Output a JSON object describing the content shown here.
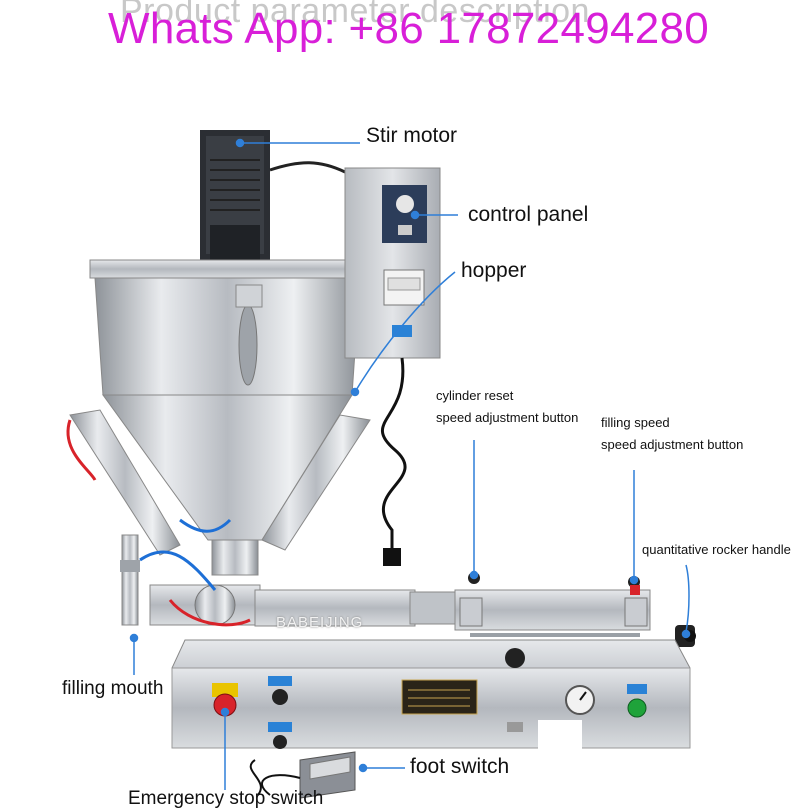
{
  "header": {
    "background_title": "Product parameter description",
    "contact": "Whats App:  +86 17872494280"
  },
  "machine": {
    "brand_mark": "BABEIJING"
  },
  "callouts": {
    "stir_motor": "Stir motor",
    "control_panel": "control panel",
    "hopper": "hopper",
    "cylinder_reset_line1": "cylinder reset",
    "cylinder_reset_line2": "speed adjustment button",
    "filling_speed_line1": "filling speed",
    "filling_speed_line2": "speed adjustment button",
    "rocker_handle": "quantitative rocker handle",
    "filling_mouth": "filling mouth",
    "foot_switch": "foot switch",
    "emergency_switch": "Emergency stop switch"
  },
  "colors": {
    "contact_text": "#d81fd8",
    "callout_line": "#2f7fd8",
    "steel": "#c9ccd1",
    "emergency_red": "#d8232a",
    "start_green": "#1fa33a"
  }
}
